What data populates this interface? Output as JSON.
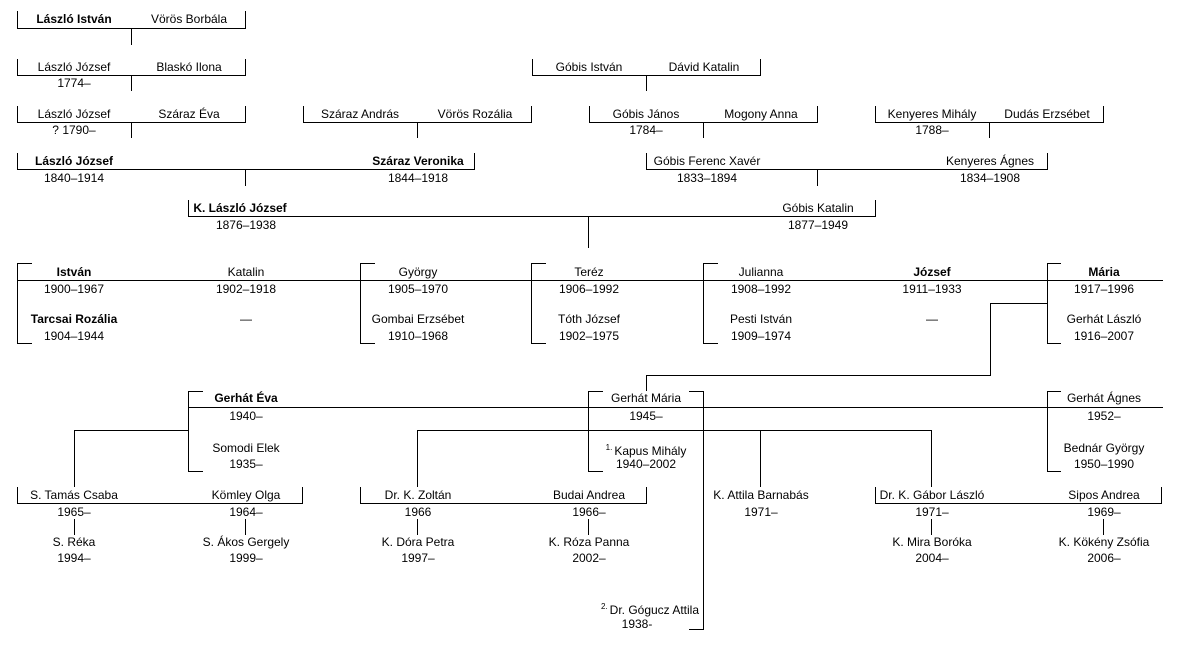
{
  "title": "Family tree",
  "people": {
    "laszlo_istvan": {
      "name": "László István"
    },
    "voros_borbala": {
      "name": "Vörös Borbála"
    },
    "laszlo_jozsef_1774": {
      "name": "László József",
      "dates": "1774–"
    },
    "blasko_ilona": {
      "name": "Blaskó Ilona"
    },
    "gobis_istvan": {
      "name": "Góbis István"
    },
    "david_katalin": {
      "name": "Dávid Katalin"
    },
    "laszlo_jozsef_1790": {
      "name": "László József",
      "dates": "? 1790–"
    },
    "szaraz_eva": {
      "name": "Száraz Éva"
    },
    "szaraz_andras": {
      "name": "Száraz András"
    },
    "voros_rozalia": {
      "name": "Vörös Rozália"
    },
    "gobis_janos": {
      "name": "Góbis János",
      "dates": "1784–"
    },
    "mogony_anna": {
      "name": "Mogony Anna"
    },
    "kenyeres_mihaly": {
      "name": "Kenyeres Mihály",
      "dates": "1788–"
    },
    "dudas_erzsebet": {
      "name": "Dudás Erzsébet"
    },
    "laszlo_jozsef_1840": {
      "name": "László József",
      "dates": "1840–1914"
    },
    "szaraz_veronika": {
      "name": "Száraz Veronika",
      "dates": "1844–1918"
    },
    "gobis_ferenc_xaver": {
      "name": "Góbis Ferenc Xavér",
      "dates": "1833–1894"
    },
    "kenyeres_agnes": {
      "name": "Kenyeres Ágnes",
      "dates": "1834–1908"
    },
    "k_laszlo_jozsef": {
      "name": "K. László József",
      "dates": "1876–1938"
    },
    "gobis_katalin": {
      "name": "Góbis Katalin",
      "dates": "1877–1949"
    },
    "istvan": {
      "name": "István",
      "dates": "1900–1967"
    },
    "tarcsai_rozalia": {
      "name": "Tarcsai Rozália",
      "dates": "1904–1944"
    },
    "katalin": {
      "name": "Katalin",
      "dates": "1902–1918",
      "spouse": "—"
    },
    "gyorgy": {
      "name": "György",
      "dates": "1905–1970"
    },
    "gombai_erzsebet": {
      "name": "Gombai Erzsébet",
      "dates": "1910–1968"
    },
    "terez": {
      "name": "Teréz",
      "dates": "1906–1992"
    },
    "toth_jozsef": {
      "name": "Tóth József",
      "dates": "1902–1975"
    },
    "julianna": {
      "name": "Julianna",
      "dates": "1908–1992"
    },
    "pesti_istvan": {
      "name": "Pesti István",
      "dates": "1909–1974"
    },
    "jozsef": {
      "name": "József",
      "dates": "1911–1933",
      "spouse": "—"
    },
    "maria": {
      "name": "Mária",
      "dates": "1917–1996"
    },
    "gerhat_laszlo": {
      "name": "Gerhát László",
      "dates": "1916–2007"
    },
    "gerhat_eva": {
      "name": "Gerhát Éva",
      "dates": "1940–"
    },
    "somodi_elek": {
      "name": "Somodi Elek",
      "dates": "1935–"
    },
    "gerhat_maria": {
      "name": "Gerhát Mária",
      "dates": "1945–"
    },
    "kapus_mihaly": {
      "marker": "1.",
      "name": "Kapus Mihály",
      "dates": "1940–2002"
    },
    "gogucz_attila": {
      "marker": "2.",
      "name": "Dr. Gógucz Attila",
      "dates": "1938-"
    },
    "gerhat_agnes": {
      "name": "Gerhát Ágnes",
      "dates": "1952–"
    },
    "bednar_gyorgy": {
      "name": "Bednár György",
      "dates": "1950–1990"
    },
    "s_tamas_csaba": {
      "name": "S. Tamás Csaba",
      "dates": "1965–"
    },
    "komley_olga": {
      "name": "Kömley Olga",
      "dates": "1964–"
    },
    "dr_k_zoltan": {
      "name": "Dr. K. Zoltán",
      "dates": "1966"
    },
    "budai_andrea": {
      "name": "Budai Andrea",
      "dates": "1966–"
    },
    "k_attila_barnabas": {
      "name": "K. Attila Barnabás",
      "dates": "1971–"
    },
    "dr_k_gabor_laszlo": {
      "name": "Dr. K. Gábor László",
      "dates": "1971–"
    },
    "sipos_andrea": {
      "name": "Sipos Andrea",
      "dates": "1969–"
    },
    "s_reka": {
      "name": "S. Réka",
      "dates": "1994–"
    },
    "s_akos_gergely": {
      "name": "S. Ákos Gergely",
      "dates": "1999–"
    },
    "k_dora_petra": {
      "name": "K. Dóra Petra",
      "dates": "1997–"
    },
    "k_roza_panna": {
      "name": "K. Róza Panna",
      "dates": "2002–"
    },
    "k_mira_boroka": {
      "name": "K. Mira Boróka",
      "dates": "2004–"
    },
    "k_kokeny_zsofia": {
      "name": "K. Kökény Zsófia",
      "dates": "2006–"
    }
  }
}
